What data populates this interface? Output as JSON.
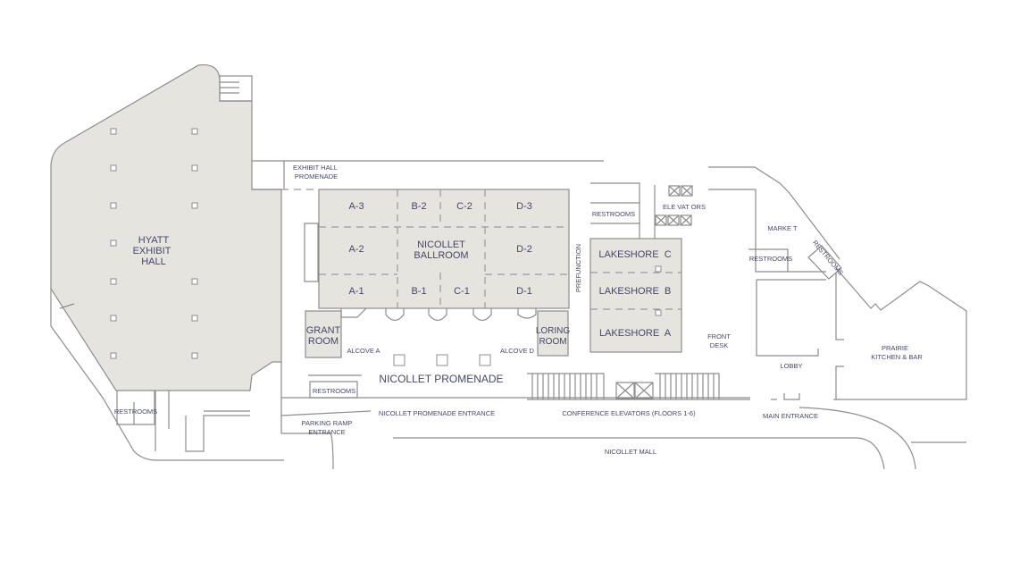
{
  "map": {
    "exhibit_hall": [
      "HYATT",
      "EXHIBIT",
      "HALL"
    ],
    "exhibit_hall_promenade": [
      "EXHIBIT HALL",
      "PROMENADE"
    ],
    "ballroom": {
      "name": [
        "NICOLLET",
        "BALLROOM"
      ],
      "sections": [
        "A-3",
        "B-2",
        "C-2",
        "D-3",
        "A-2",
        "D-2",
        "A-1",
        "B-1",
        "C-1",
        "D-1"
      ]
    },
    "grant_room": [
      "GRANT",
      "ROOM"
    ],
    "loring_room": [
      "LORING",
      "ROOM"
    ],
    "alcove_a": "ALCOVE A",
    "alcove_d": "ALCOVE D",
    "prefunction": "PREFUNCTION",
    "restrooms": "RESTROOMS",
    "nicollet_promenade": "NICOLLET PROMENADE",
    "lakeshore": [
      "LAKESHORE  C",
      "LAKESHORE  B",
      "LAKESHORE  A"
    ],
    "elevators": "ELE VAT ORS",
    "market": "MARKE T",
    "front_desk": [
      "FRONT",
      "DESK"
    ],
    "lobby": "LOBBY",
    "prairie": [
      "PRAIRIE",
      "KITCHEN & BAR"
    ],
    "parking_ramp_entrance": [
      "PARKING RAMP",
      "ENTRANCE"
    ],
    "nicollet_promenade_entrance": "NICOLLET PROMENADE ENTRANCE",
    "conference_elevators": "CONFERENCE ELEVATORS (FLOORS 1-6)",
    "main_entrance": "MAIN ENTRANCE",
    "nicollet_mall": "NICOLLET MALL"
  },
  "colors": {
    "room_fill": "#e6e4de",
    "wall": "#8d8d8d",
    "text": "#45476a"
  }
}
